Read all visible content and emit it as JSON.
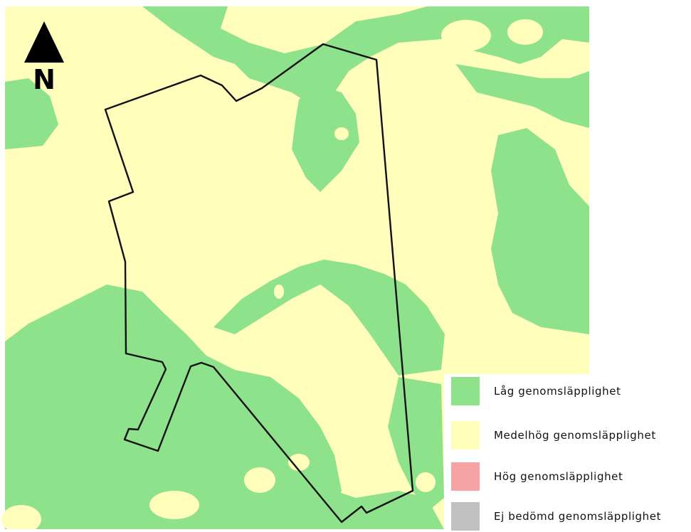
{
  "north_arrow": {
    "label": "N"
  },
  "colors": {
    "low": "#8fe28c",
    "medium": "#ffffbb",
    "high": "#f8a3a3",
    "unassessed": "#c0c0c0",
    "boundary": "#111111"
  },
  "legend": {
    "items": [
      {
        "label": "Låg genomsläpplighet",
        "color": "#8fe28c"
      },
      {
        "label": "Medelhög genomsläpplighet",
        "color": "#ffffbb"
      },
      {
        "label": "Hög genomsläpplighet",
        "color": "#f8a3a3"
      },
      {
        "label": "Ej bedömd genomsläpplighet",
        "color": "#c0c0c0"
      }
    ]
  }
}
